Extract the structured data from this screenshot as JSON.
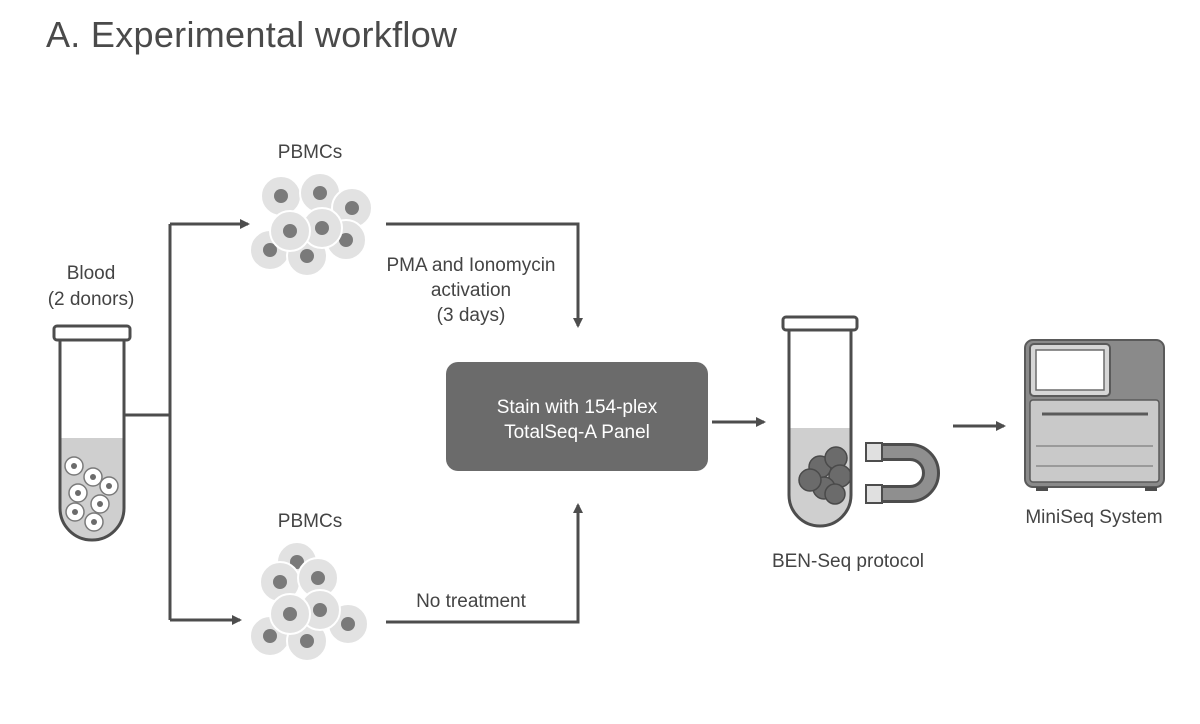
{
  "title": "A. Experimental workflow",
  "labels": {
    "blood_line1": "Blood",
    "blood_line2": "(2 donors)",
    "pbmcs_top": "PBMCs",
    "pbmcs_bottom": "PBMCs",
    "activation_line1": "PMA and Ionomycin",
    "activation_line2": "activation",
    "activation_line3": "(3 days)",
    "no_treatment": "No treatment",
    "stain_line1": "Stain with 154-plex",
    "stain_line2": "TotalSeq-A Panel",
    "benseq": "BEN-Seq protocol",
    "miniseq": "MiniSeq System"
  },
  "colors": {
    "line": "#4d4d4d",
    "box": "#6b6b6b",
    "cell_fill": "#e2e2e2",
    "cell_nucleus": "#7a7a7a",
    "tube_liquid": "#cfcfcf",
    "instrument_dark": "#8a8a8a",
    "instrument_light": "#d6d6d6"
  }
}
